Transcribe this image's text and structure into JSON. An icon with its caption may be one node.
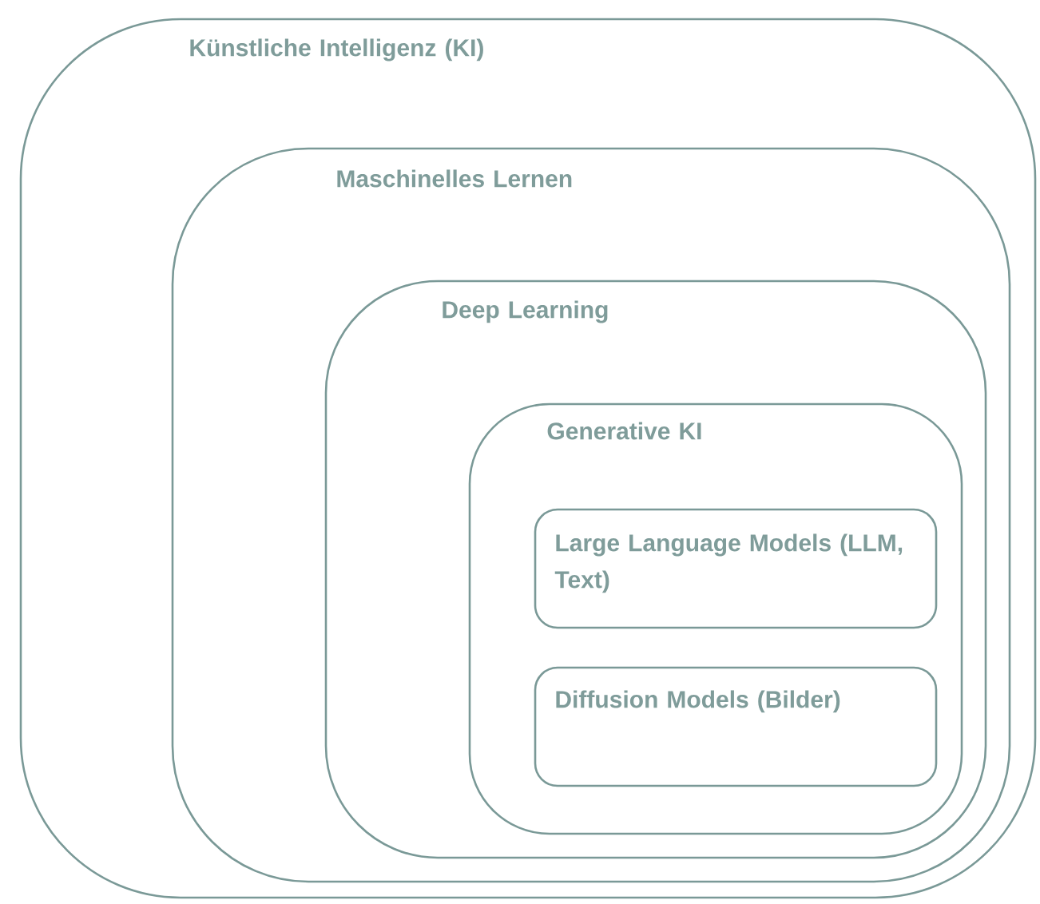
{
  "diagram": {
    "nodes": [
      {
        "text": [
          "Künstliche Intelligenz (KI)"
        ]
      },
      {
        "text": [
          "Maschinelles Lernen"
        ],
        "in": 0
      },
      {
        "text": [
          "Deep Learning"
        ],
        "in": 1
      },
      {
        "text": [
          "Generative KI"
        ],
        "in": 2
      },
      {
        "text": [
          "Large Language Models (LLM, Text)"
        ],
        "in": 3
      },
      {
        "text": [
          "Diffusion Models (Bilder)"
        ],
        "in": 3
      }
    ]
  }
}
